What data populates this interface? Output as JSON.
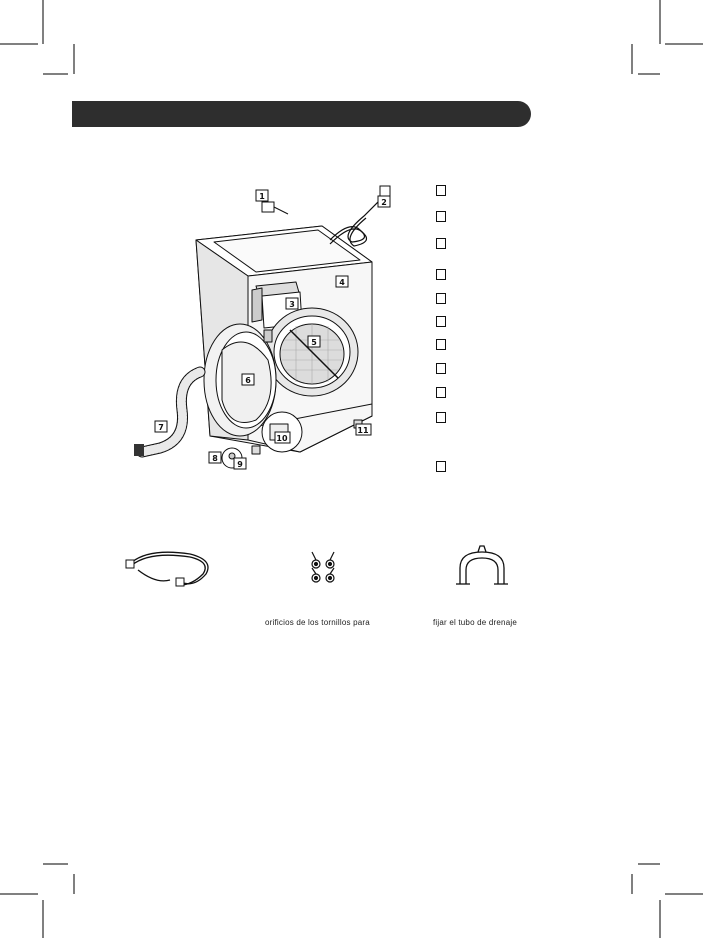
{
  "header": {
    "title": ""
  },
  "diagram": {
    "callouts": [
      "1",
      "2",
      "3",
      "4",
      "5",
      "6",
      "7",
      "8",
      "9",
      "10",
      "11"
    ]
  },
  "parts_list": {
    "items": [
      {
        "label": ""
      },
      {
        "label": ""
      },
      {
        "label": ""
      },
      {
        "label": ""
      },
      {
        "label": ""
      },
      {
        "label": ""
      },
      {
        "label": ""
      },
      {
        "label": ""
      },
      {
        "label": ""
      },
      {
        "label": ""
      },
      {
        "label": ""
      }
    ]
  },
  "accessories": [
    {
      "icon": "inlet-hose-icon",
      "caption": ""
    },
    {
      "icon": "cap-set-icon",
      "caption": "orificios de los tornillos para"
    },
    {
      "icon": "elbow-bracket-icon",
      "caption": "fijar el tubo de drenaje"
    }
  ]
}
